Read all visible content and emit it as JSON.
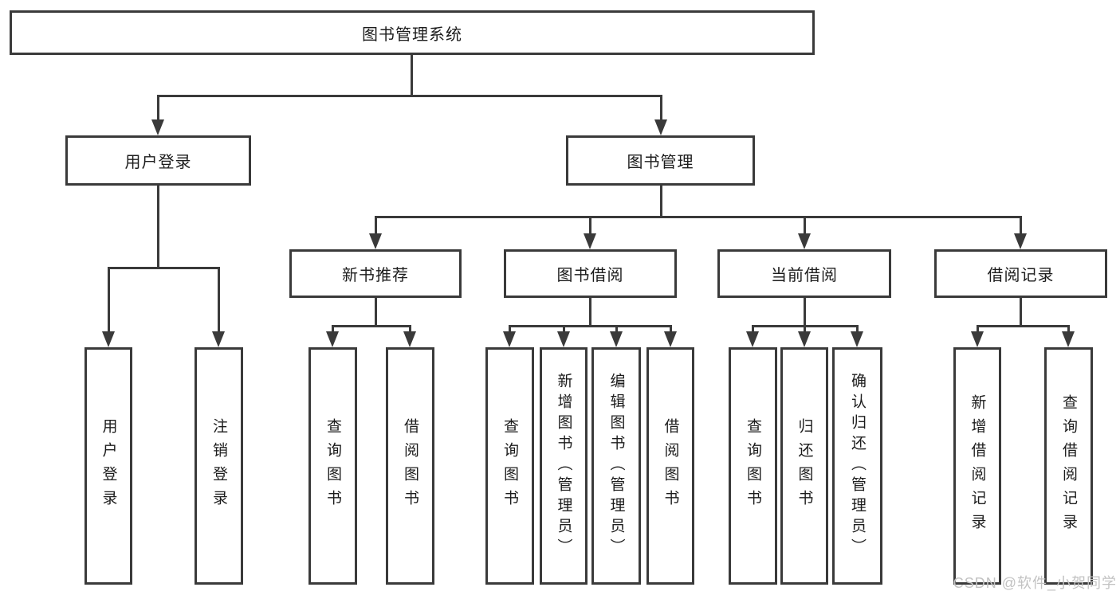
{
  "diagram": {
    "type": "hierarchy-tree",
    "title": "图书管理系统",
    "branches": [
      {
        "label": "用户登录",
        "children": [
          {
            "label": "用户登录"
          },
          {
            "label": "注销登录"
          }
        ]
      },
      {
        "label": "图书管理",
        "children": [
          {
            "label": "新书推荐",
            "children": [
              {
                "label": "查询图书"
              },
              {
                "label": "借阅图书"
              }
            ]
          },
          {
            "label": "图书借阅",
            "children": [
              {
                "label": "查询图书"
              },
              {
                "label": "新增图书（管理员）"
              },
              {
                "label": "编辑图书（管理员）"
              },
              {
                "label": "借阅图书"
              }
            ]
          },
          {
            "label": "当前借阅",
            "children": [
              {
                "label": "查询图书"
              },
              {
                "label": "归还图书"
              },
              {
                "label": "确认归还（管理员）"
              }
            ]
          },
          {
            "label": "借阅记录",
            "children": [
              {
                "label": "新增借阅记录"
              },
              {
                "label": "查询借阅记录"
              }
            ]
          }
        ]
      }
    ],
    "watermark": "CSDN @软件_小贺同学",
    "colors": {
      "line": "#3a3a3a",
      "box_fill": "#ffffff",
      "text": "#1c1c1c",
      "watermark": "#c2c2c2",
      "background": "#ffffff"
    }
  }
}
